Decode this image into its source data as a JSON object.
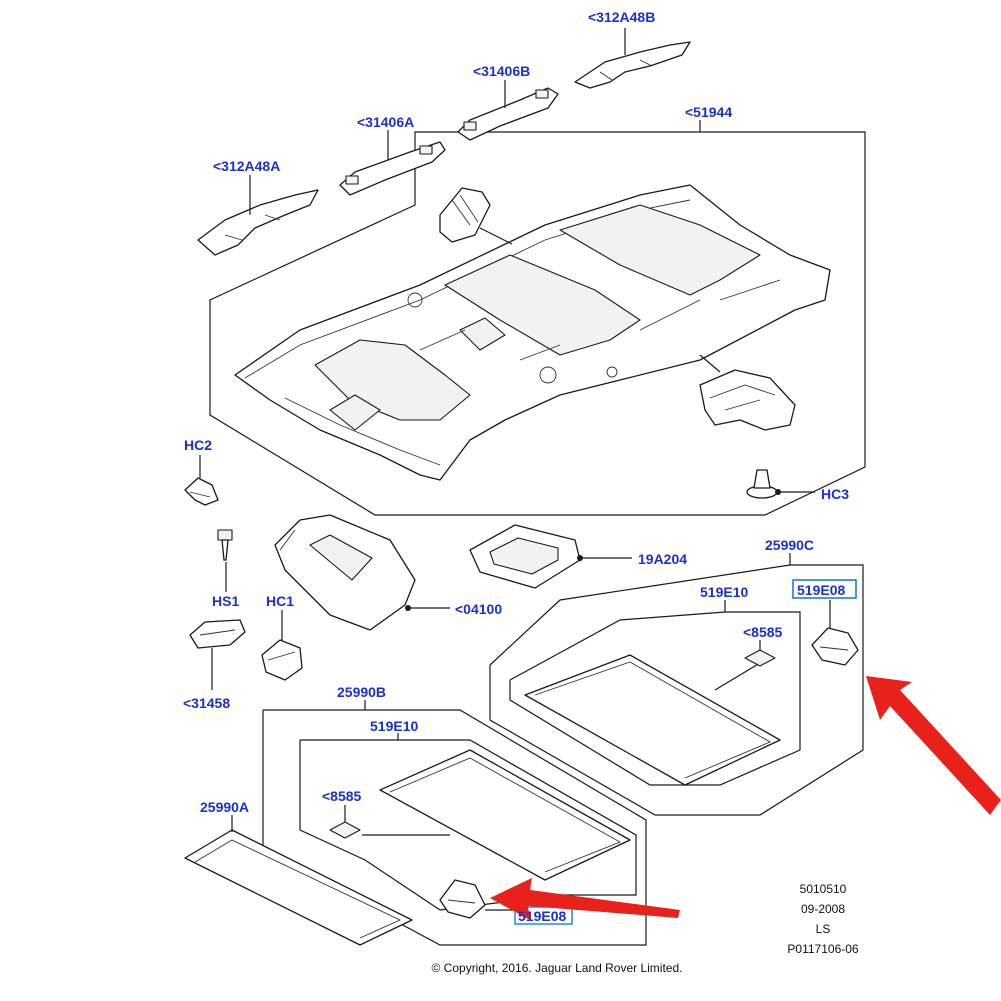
{
  "labels": {
    "p312A48B": "<312A48B",
    "p31406B": "<31406B",
    "p31406A": "<31406A",
    "p51944": "<51944",
    "p312A48A": "<312A48A",
    "HC2": "HC2",
    "HC3": "HC3",
    "HS1": "HS1",
    "HC1": "HC1",
    "p19A204": "19A204",
    "p25990C": "25990C",
    "p519E10_top": "519E10",
    "p519E08_top": "519E08",
    "p8585_top": "<8585",
    "p04100": "<04100",
    "p31458": "<31458",
    "p25990B": "25990B",
    "p519E10_bottom": "519E10",
    "p8585_bottom": "<8585",
    "p25990A": "25990A",
    "p519E08_bottom": "519E08"
  },
  "meta": {
    "line1": "5010510",
    "line2": "09-2008",
    "line3": "LS",
    "line4": "P0117106-06"
  },
  "copyright": "© Copyright, 2016. Jaguar Land Rover Limited.",
  "colors": {
    "label": "#1a2fd6",
    "arrow": "#e8211b",
    "line": "#1a1a1a",
    "highlight_box": "#1a7fd6"
  }
}
